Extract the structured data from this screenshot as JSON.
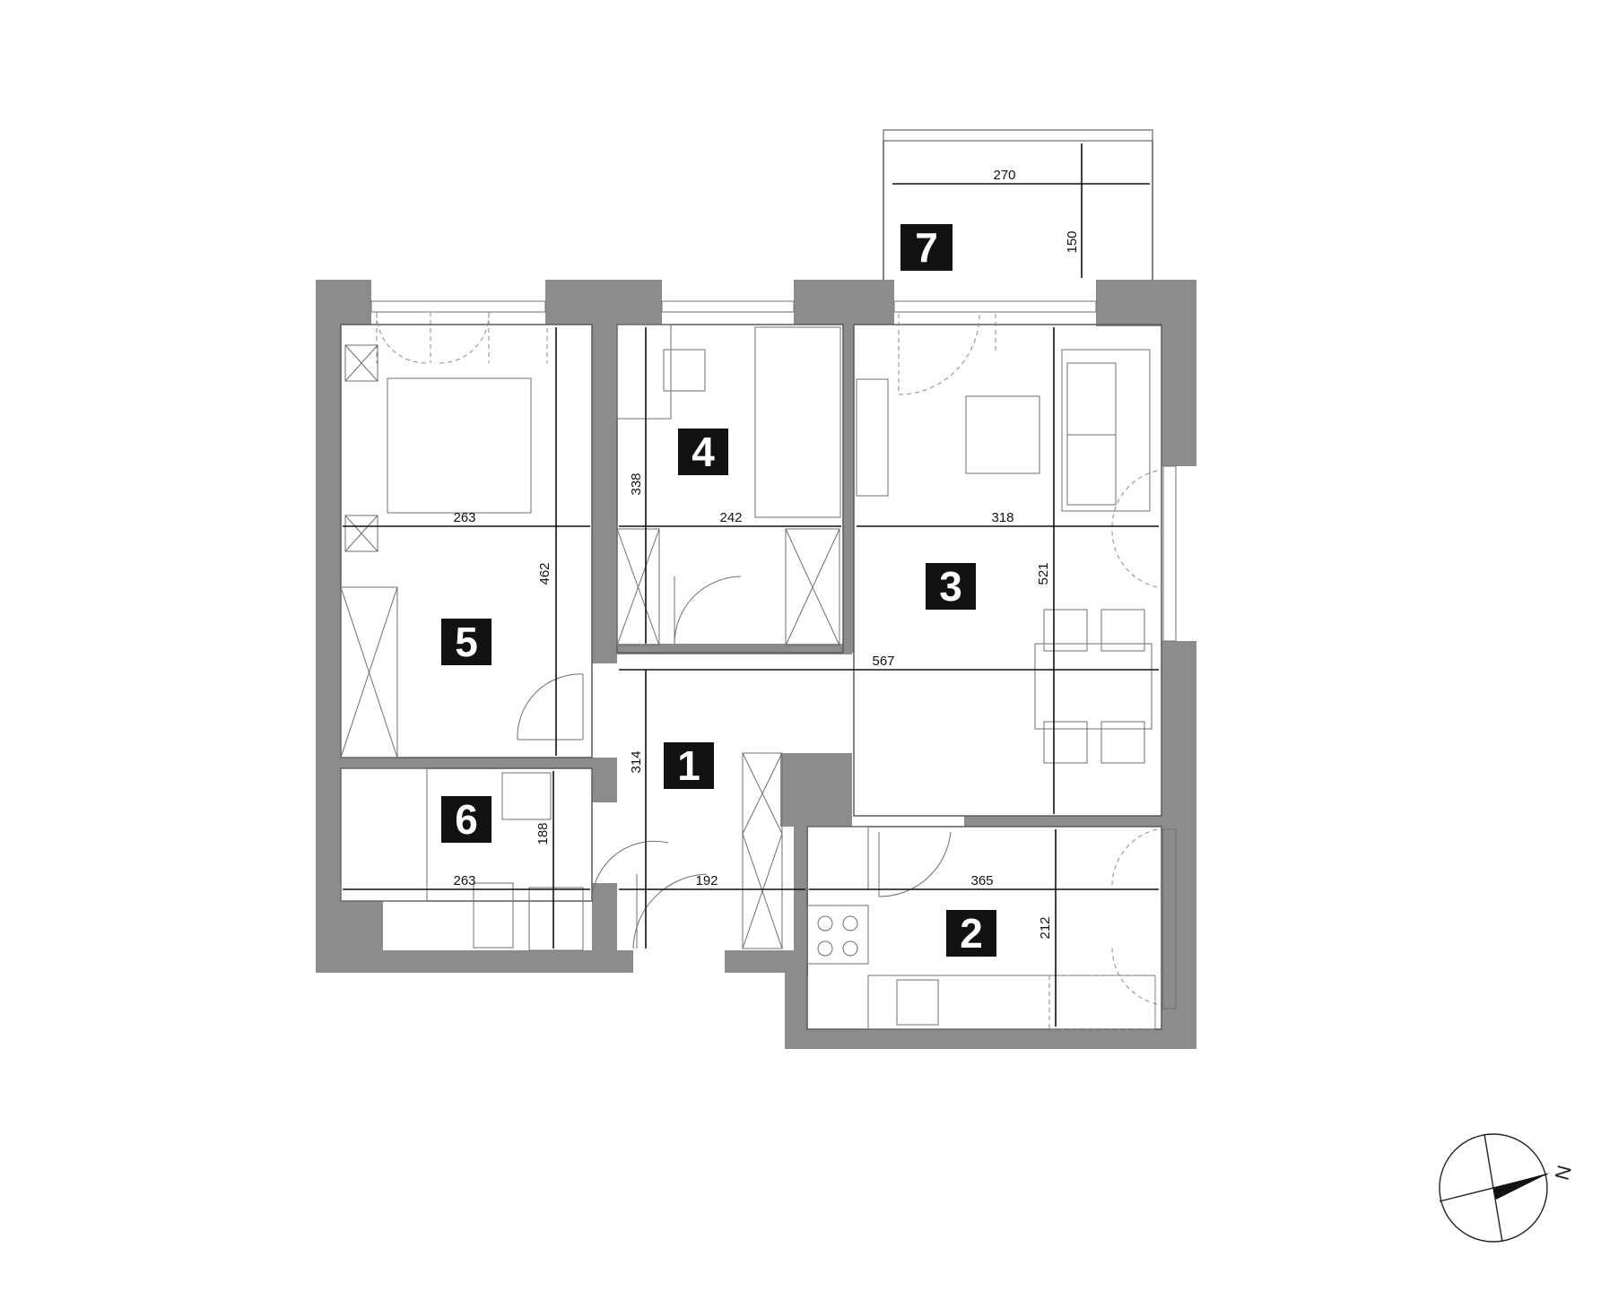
{
  "rooms": [
    {
      "id": "r1",
      "label": "1"
    },
    {
      "id": "r2",
      "label": "2"
    },
    {
      "id": "r3",
      "label": "3"
    },
    {
      "id": "r4",
      "label": "4"
    },
    {
      "id": "r5",
      "label": "5"
    },
    {
      "id": "r6",
      "label": "6"
    },
    {
      "id": "r7",
      "label": "7"
    }
  ],
  "dimensions": {
    "balcony_width": "270",
    "balcony_depth": "150",
    "room5_width": "263",
    "room5_length": "462",
    "room4_length": "338",
    "room4_width": "242",
    "room3_width": "318",
    "room3_length": "521",
    "living_length": "567",
    "hall_length": "314",
    "bath_width": "263",
    "bath_length": "188",
    "hall_width": "192",
    "kitchen_width": "365",
    "kitchen_length": "212"
  },
  "compass": {
    "north_label": "N"
  }
}
